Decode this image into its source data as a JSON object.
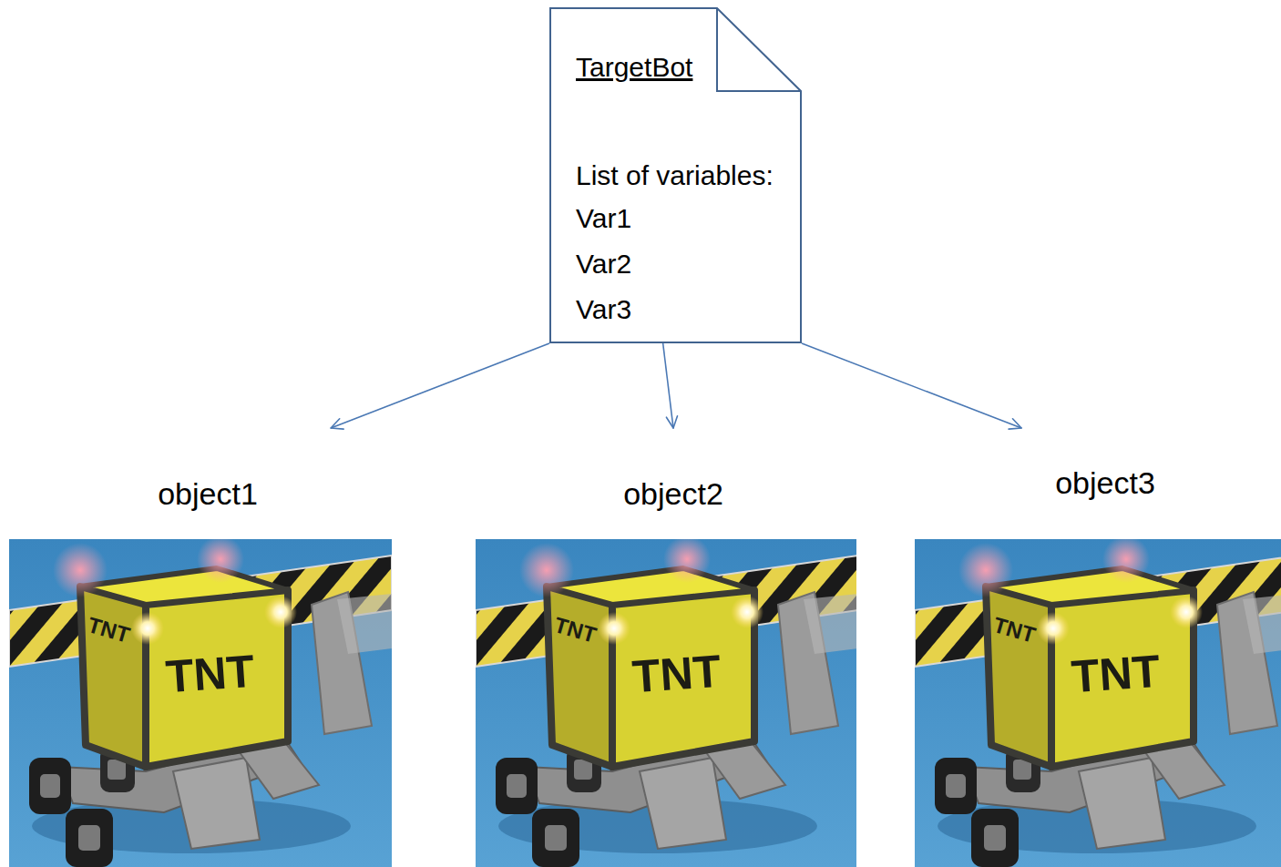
{
  "diagram": {
    "nodes": [
      {
        "text": [
          "TargetBot",
          "List of variables:",
          "Var1",
          "Var2",
          "Var3"
        ]
      },
      {
        "text": [
          "object1"
        ]
      },
      {
        "text": [
          "object2"
        ]
      },
      {
        "text": [
          "object3"
        ]
      }
    ],
    "edges": [
      {
        "from": 0,
        "to": 1,
        "arrow": "to"
      },
      {
        "from": 0,
        "to": 2,
        "arrow": "to"
      },
      {
        "from": 0,
        "to": 3,
        "arrow": "to"
      }
    ],
    "labels": [
      "TNT",
      "TNT",
      "TNT",
      "TNT",
      "TNT",
      "TNT"
    ]
  }
}
